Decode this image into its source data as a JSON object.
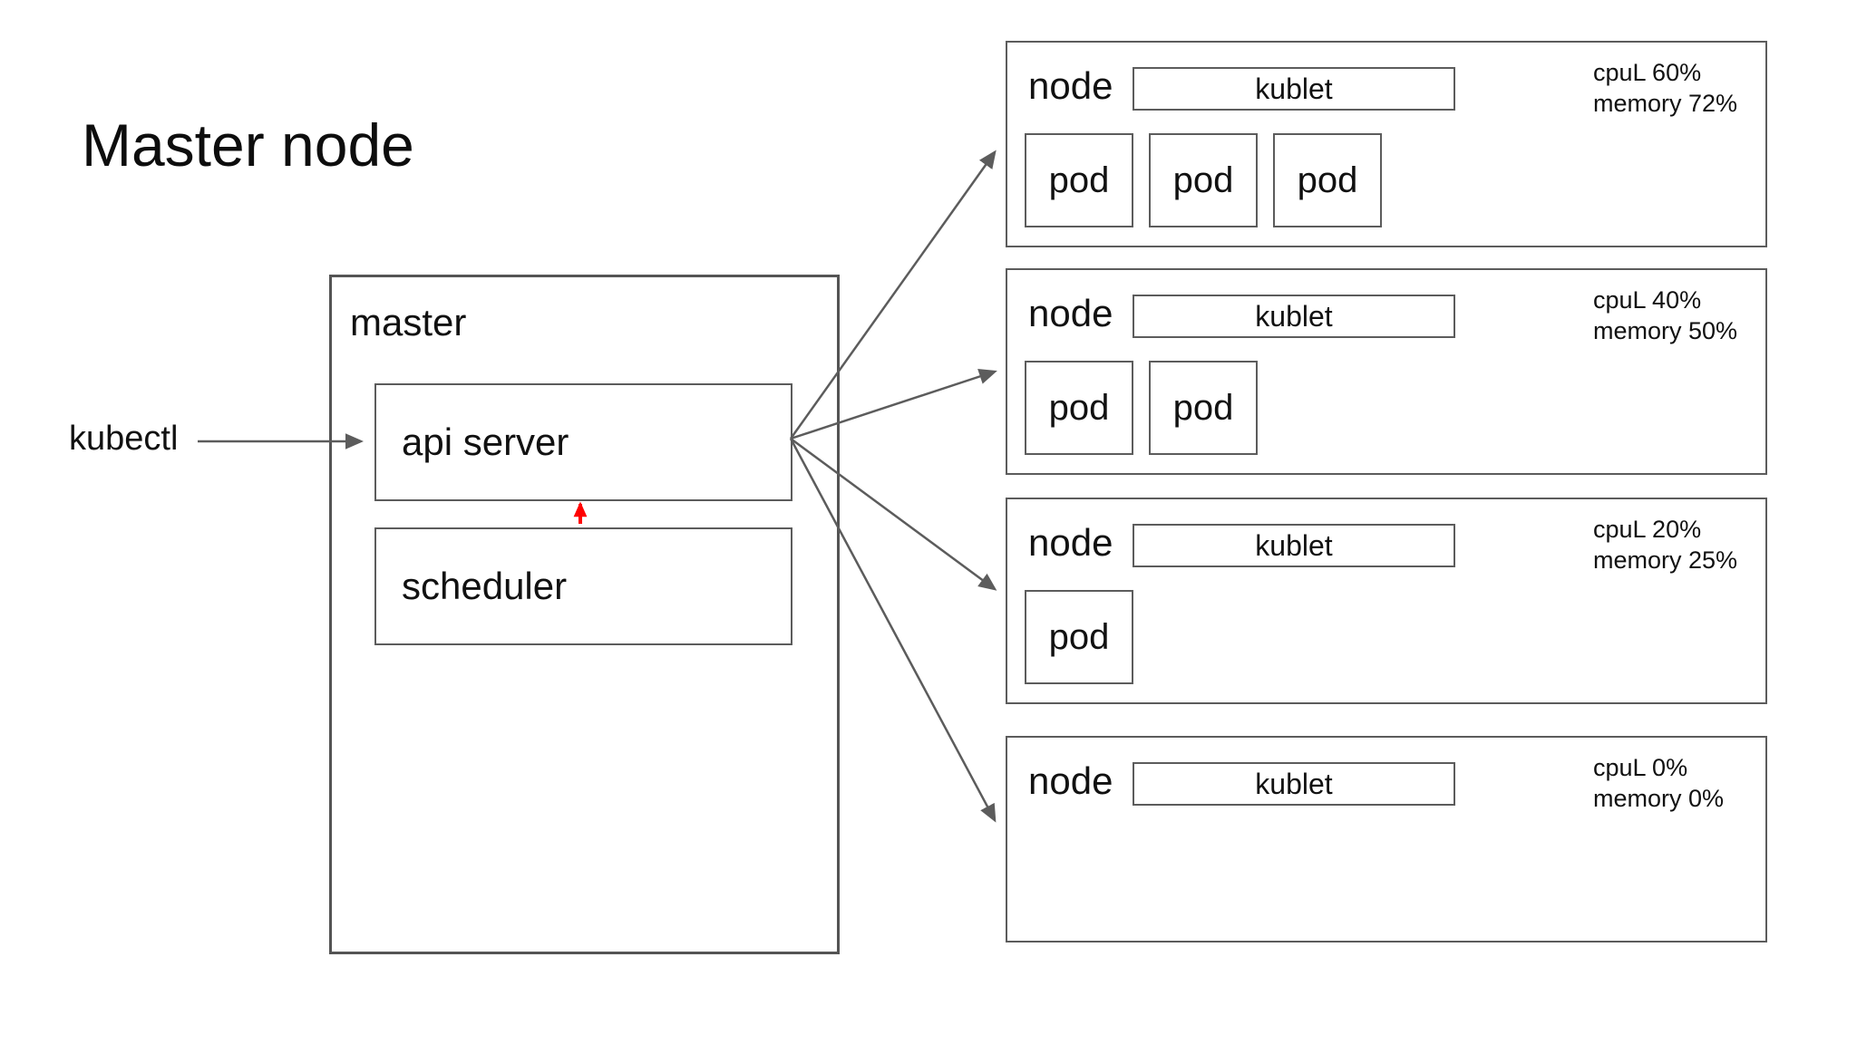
{
  "title": "Master node",
  "colors": {
    "border_gray": "#5c5c5c",
    "arrow_gray": "#5c5c5c",
    "red_arrow": "#ff0000",
    "text": "#0d0d0d",
    "background": "#ffffff"
  },
  "kubectl": {
    "label": "kubectl"
  },
  "master": {
    "label": "master",
    "components": [
      {
        "label": "api server"
      },
      {
        "label": "scheduler"
      }
    ]
  },
  "nodes": [
    {
      "label": "node",
      "kubelet_label": "kublet",
      "cpu": "cpuL 60%",
      "memory": "memory 72%",
      "pods": [
        "pod",
        "pod",
        "pod"
      ]
    },
    {
      "label": "node",
      "kubelet_label": "kublet",
      "cpu": "cpuL 40%",
      "memory": "memory 50%",
      "pods": [
        "pod",
        "pod"
      ]
    },
    {
      "label": "node",
      "kubelet_label": "kublet",
      "cpu": "cpuL 20%",
      "memory": "memory 25%",
      "pods": [
        "pod"
      ]
    },
    {
      "label": "node",
      "kubelet_label": "kublet",
      "cpu": "cpuL 0%",
      "memory": "memory 0%",
      "pods": []
    }
  ]
}
